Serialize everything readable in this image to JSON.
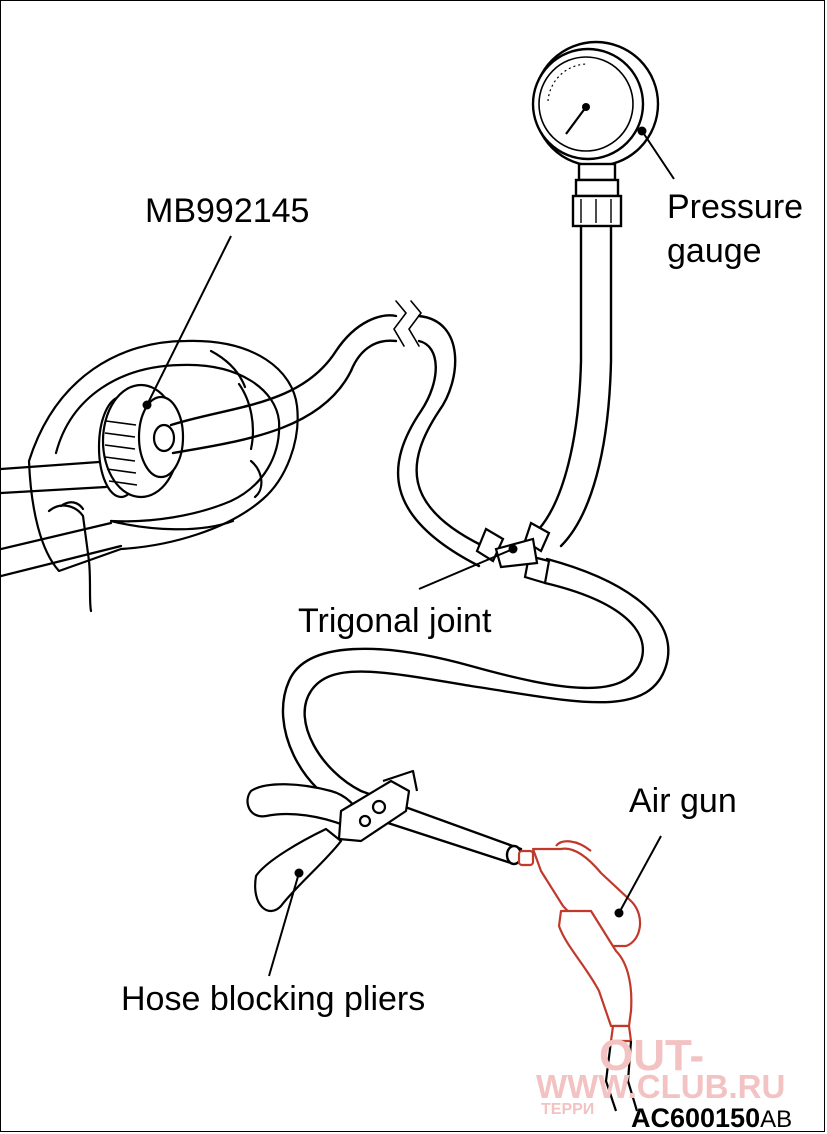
{
  "labels": {
    "tool_code": "MB992145",
    "pressure_gauge_line1": "Pressure",
    "pressure_gauge_line2": "gauge",
    "trigonal_joint": "Trigonal joint",
    "air_gun": "Air gun",
    "hose_blocking_pliers": "Hose blocking pliers",
    "figure_code_main": "AC600150",
    "figure_code_suffix": "AB"
  },
  "watermark": {
    "line1": "OUT-",
    "line2": "WWW.CLUB.RU",
    "line3": "ТЕРРИ"
  },
  "colors": {
    "line": "#000000",
    "air_gun": "#c0392b",
    "watermark": "#f3c2c2"
  }
}
